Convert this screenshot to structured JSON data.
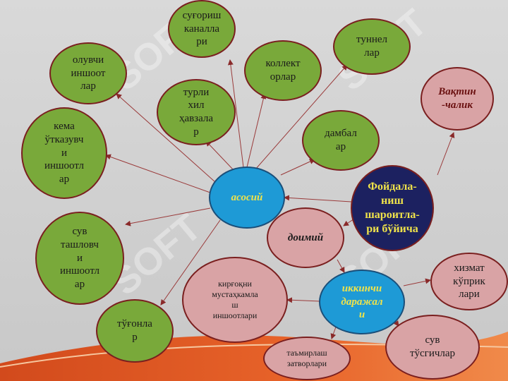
{
  "watermark": "SOFT",
  "nodes": {
    "asosiy": "асосий",
    "foydalanish": "Фойдала-\nниш\nшароитла-\nри бўйича",
    "vaqtinchalik": "Вақтин\n-чалик",
    "doimiy": "доимий",
    "ikkinchi": "иккинчи\nдаражал\nи",
    "sugorish": "суғориш\nканалла\nри",
    "tunnellar": "туннел\nлар",
    "kollektorlar": "коллект\nорлар",
    "olubchi": "олувчи\nиншоот\nлар",
    "turli": "турли\nхил\nҳавзала\nр",
    "dambalar": "дамбал\nар",
    "kema": "кема\nўтказувч\nи\nиншоотл\nар",
    "suv_tashlovchi": "сув\nташловч\nи\nиншоотл\nар",
    "qirgoqni": "кирғоқни\nмустаҳкамла\nш\nиншоотлари",
    "xizmat": "хизмат\nкўприк\nлари",
    "tugonlar": "тўғонла\nр",
    "suv_tusgichlar": "сув\nтўсгичлар",
    "tamirlash": "таъмирлаш\nзатворлари"
  }
}
